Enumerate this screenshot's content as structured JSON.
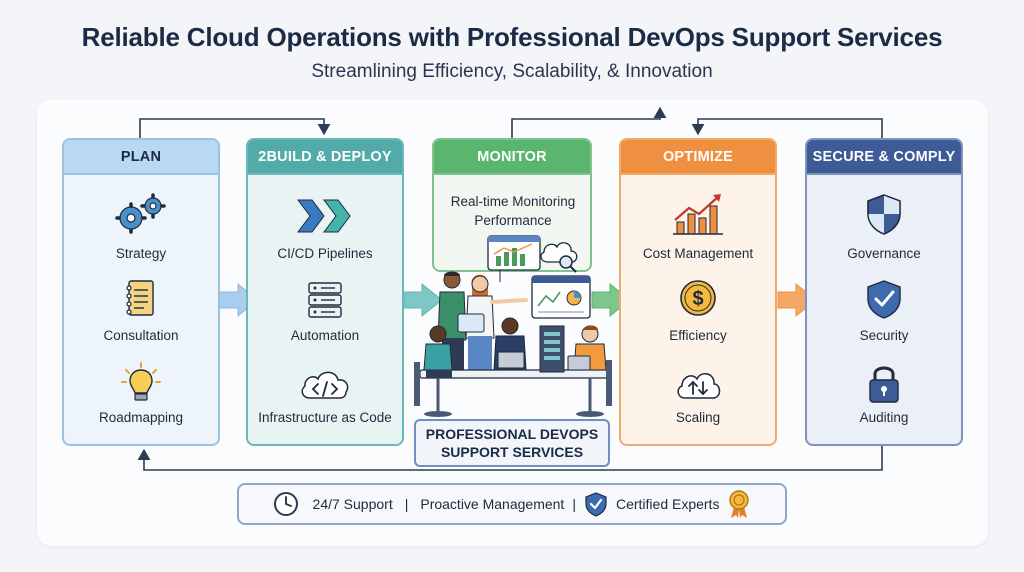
{
  "header": {
    "title": "Reliable Cloud Operations with Professional DevOps Support Services",
    "subtitle": "Streamlining Efficiency, Scalability, & Innovation"
  },
  "stages": {
    "plan": {
      "title": "PLAN",
      "items": [
        "Strategy",
        "Consultation",
        "Roadmapping"
      ]
    },
    "build": {
      "title": "2BUILD & DEPLOY",
      "items": [
        "CI/CD Pipelines",
        "Automation",
        "Infrastructure as Code"
      ]
    },
    "monitor": {
      "title": "MONITOR",
      "description": "Real-time Monitoring Performance"
    },
    "optimize": {
      "title": "OPTIMIZE",
      "items": [
        "Cost Management",
        "Efficiency",
        "Scaling"
      ]
    },
    "secure": {
      "title": "SECURE & COMPLY",
      "items": [
        "Governance",
        "Security",
        "Auditing"
      ]
    }
  },
  "center_label": {
    "line1": "PROFESSIONAL DEVOPS",
    "line2": "SUPPORT SERVICES"
  },
  "footer": {
    "support": "24/7 Support",
    "separator": "|",
    "proactive": "Proactive Management",
    "certified": "Certified Experts"
  },
  "icons": {
    "plan": [
      "gears-icon",
      "notebook-icon",
      "lightbulb-icon"
    ],
    "build": [
      "chevrons-icon",
      "server-icon",
      "code-cloud-icon"
    ],
    "optimize": [
      "growth-chart-icon",
      "dollar-coin-icon",
      "cloud-scaling-icon"
    ],
    "secure": [
      "shield-icon",
      "shield-check-icon",
      "padlock-icon"
    ],
    "footer": [
      "clock-icon",
      "shield-check-icon",
      "award-badge-icon"
    ]
  },
  "colors": {
    "plan": "#b9d8f1",
    "build": "#52aaa9",
    "monitor": "#5ab56f",
    "optimize": "#ef9040",
    "secure": "#3e5b97"
  }
}
